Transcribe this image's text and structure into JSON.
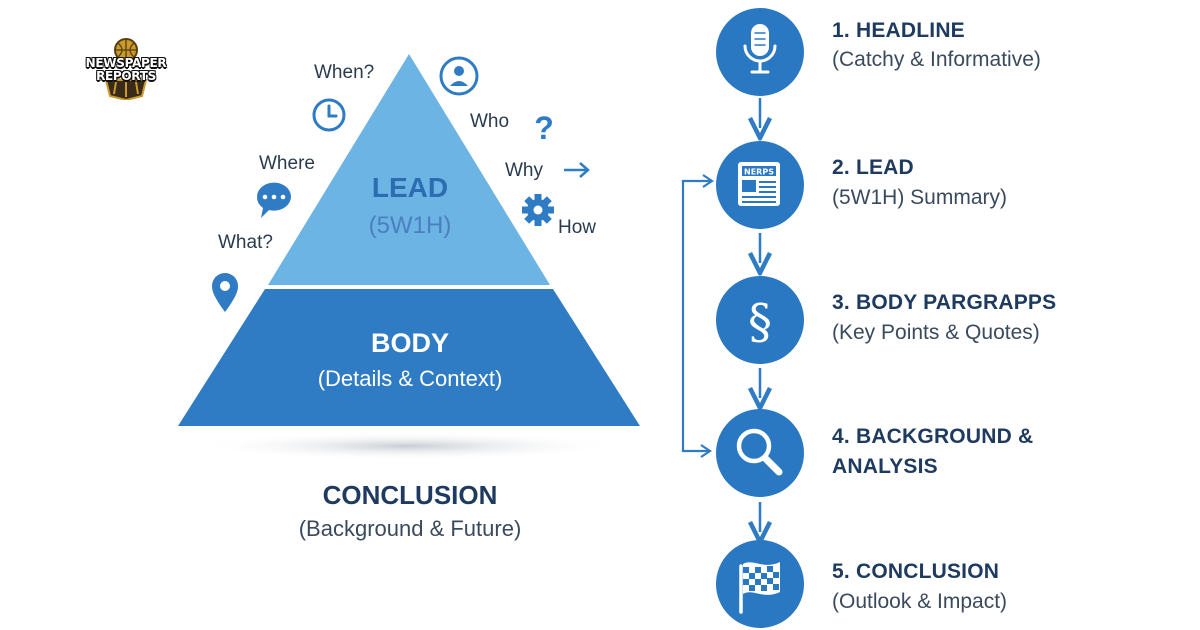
{
  "logo": {
    "line1": "NEWSPAPER",
    "line2": "REPORTS"
  },
  "pyramid": {
    "lead": {
      "title": "LEAD",
      "sub": "(5W1H)"
    },
    "body": {
      "title": "BODY",
      "sub": "(Details & Context)"
    },
    "conclusion": {
      "title": "CONCLUSION",
      "sub": "(Background & Future)"
    }
  },
  "questions": {
    "when": "When?",
    "who": "Who",
    "where": "Where",
    "why": "Why",
    "what": "What?",
    "how": "How"
  },
  "steps": [
    {
      "title": "1. HEADLINE",
      "sub": "(Catchy & Informative)",
      "icon": "microphone-icon"
    },
    {
      "title": "2. LEAD",
      "sub": "(5W1H) Summary)",
      "icon": "newspaper-icon",
      "icon_text": "NERPS"
    },
    {
      "title": "3. BODY PARGRAPPS",
      "sub": "(Key Points & Quotes)",
      "icon": "section-icon",
      "icon_text": "§"
    },
    {
      "title": "4. BACKGROUND &",
      "title2": "ANALYSIS",
      "icon": "magnifier-icon"
    },
    {
      "title": "5. CONCLUSION",
      "sub": "(Outlook & Impact)",
      "icon": "checkered-flag-icon"
    }
  ],
  "colors": {
    "lead_fill": "#6cb4e4",
    "body_fill": "#2f7cc4",
    "circle_fill": "#2a78c2",
    "dark_text": "#1e3a5f",
    "arrow": "#2f7cc4"
  }
}
